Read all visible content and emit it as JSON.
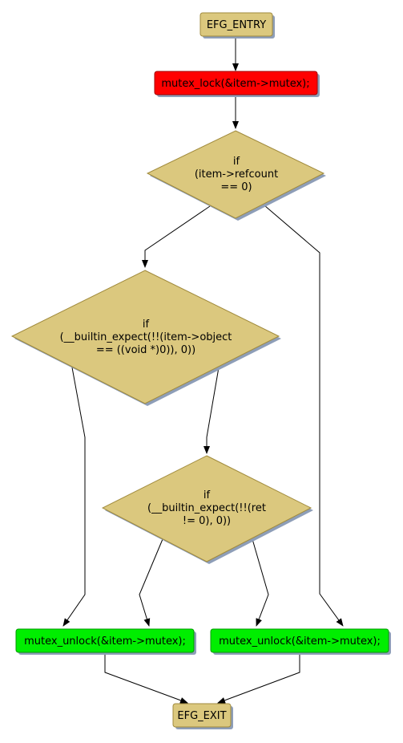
{
  "colors": {
    "node_fill": "#dbc87e",
    "node_stroke": "#a08a3c",
    "lock_fill": "#ff0000",
    "lock_stroke": "#a00000",
    "unlock_fill": "#00ee00",
    "unlock_stroke": "#009900",
    "shadow": "#8e9eb8",
    "edge": "#000000"
  },
  "nodes": {
    "entry": {
      "label": "EFG_ENTRY"
    },
    "lock": {
      "label": "mutex_lock(&item->mutex);"
    },
    "cond_refcount": {
      "lines": [
        "if",
        "(item->refcount",
        "== 0)"
      ]
    },
    "cond_object": {
      "lines": [
        "if",
        "(__builtin_expect(!!(item->object",
        "== ((void *)0)), 0))"
      ]
    },
    "cond_ret": {
      "lines": [
        "if",
        "(__builtin_expect(!!(ret",
        "!= 0), 0))"
      ]
    },
    "unlock_left": {
      "label": "mutex_unlock(&item->mutex);"
    },
    "unlock_right": {
      "label": "mutex_unlock(&item->mutex);"
    },
    "exit": {
      "label": "EFG_EXIT"
    }
  }
}
